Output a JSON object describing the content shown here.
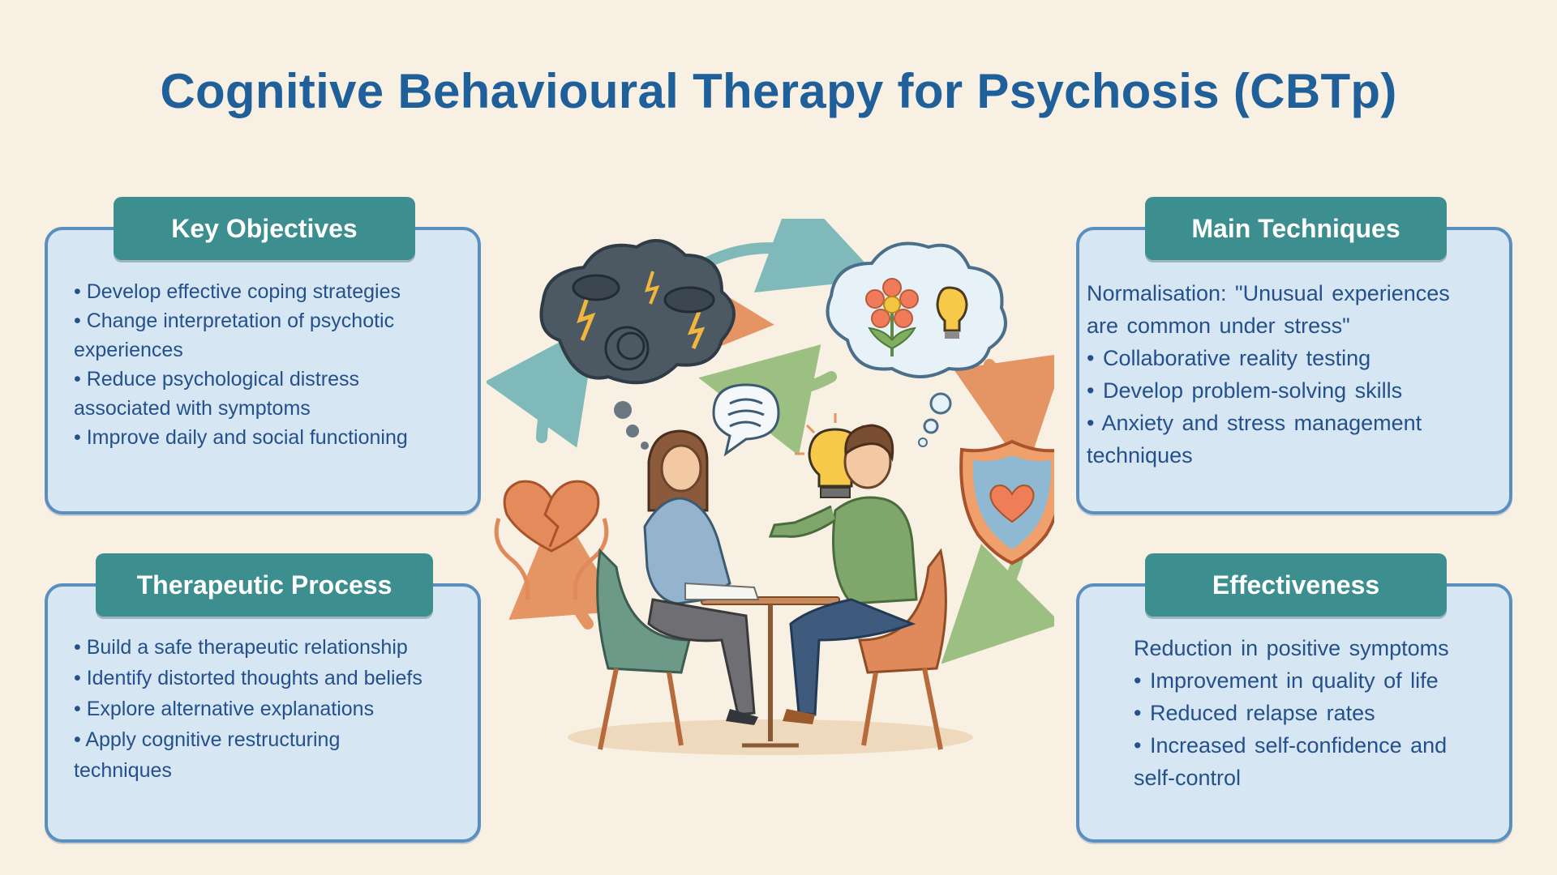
{
  "title": "Cognitive Behavioural Therapy for Psychosis (CBTp)",
  "panels": {
    "key_objectives": {
      "heading": "Key Objectives",
      "items": [
        "• Develop effective coping strategies",
        "• Change interpretation of psychotic experiences",
        "• Reduce psychological distress associated with symptoms",
        "• Improve daily and social functioning"
      ]
    },
    "therapeutic_process": {
      "heading": "Therapeutic Process",
      "items": [
        "• Build a safe therapeutic relationship",
        "• Identify distorted thoughts and beliefs",
        "• Explore alternative explanations",
        "• Apply cognitive restructuring techniques"
      ]
    },
    "main_techniques": {
      "heading": "Main Techniques",
      "items": [
        "Normalisation: \"Unusual experiences are common under stress\"",
        "• Collaborative reality testing",
        "• Develop problem-solving skills",
        "• Anxiety and stress management techniques"
      ]
    },
    "effectiveness": {
      "heading": "Effectiveness",
      "items": [
        "Reduction in positive symptoms",
        "• Improvement in quality of life",
        "• Reduced relapse rates",
        "• Increased self-confidence and self-control"
      ]
    }
  },
  "colors": {
    "title": "#1f5f9a",
    "tab": "#3d8f8f",
    "panel_fill": "#d6e6f2",
    "panel_border": "#5b8fc0",
    "text": "#24508c",
    "arrow_teal": "#7fb9b9",
    "arrow_orange": "#e59563",
    "arrow_green": "#9cbf82"
  },
  "icons": [
    "storm-cloud-icon",
    "flower-cloud-icon",
    "lightbulb-icon",
    "speech-bubble-icon",
    "broken-heart-hands-icon",
    "heart-shield-icon"
  ]
}
